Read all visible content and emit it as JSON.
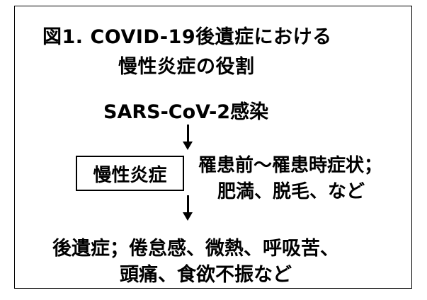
{
  "title": {
    "line1": "図1. COVID-19後遺症における",
    "line2": "慢性炎症の役割"
  },
  "cause": "SARS-CoV-2感染",
  "mechanism_box": "慢性炎症",
  "side_symptoms": {
    "line1": "罹患前～罹患時症状；",
    "line2": "肥満、脱毛、など"
  },
  "sequelae": {
    "line1": "後遺症；倦怠感、微熱、呼吸苦、",
    "line2": "頭痛、食欲不振など"
  },
  "colors": {
    "text": "#000000",
    "background": "#ffffff",
    "border": "#000000"
  }
}
